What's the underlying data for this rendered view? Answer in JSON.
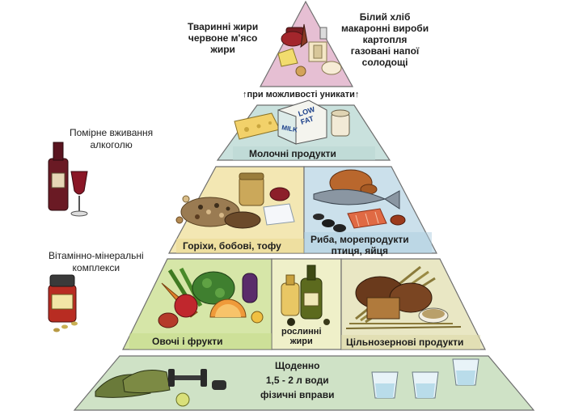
{
  "tiers": {
    "top": {
      "left_lines": [
        "Тваринні жири",
        "червоне м'ясо",
        "жири"
      ],
      "right_lines": [
        "Білий хліб",
        "макаронні вироби",
        "картопля",
        "газовані напої",
        "солодощі"
      ]
    },
    "avoid_note": "↑при можливості уникати↑",
    "dairy": {
      "label": "Молочні продукти",
      "carton_text": [
        "LOW",
        "FAT",
        "MILK"
      ]
    },
    "protein": {
      "left_label": "Горіхи, бобові, тофу",
      "right_lines": [
        "Риба, морепродукти",
        "птиця, яйця"
      ]
    },
    "plants": {
      "veg_label": "Овочі і фрукти",
      "oil_lines": [
        "рослинні",
        "жири"
      ],
      "grain_label": "Цільнозернові  продукти"
    },
    "base": {
      "lines": [
        "Щоденно",
        "1,5 - 2 л води",
        "фізичні вправи"
      ]
    }
  },
  "side_notes": {
    "alcohol_lines": [
      "Помірне вживання",
      "алкоголю"
    ],
    "vitamins_lines": [
      "Вітамінно-мінеральні",
      "комплекси"
    ]
  },
  "colors": {
    "top_tier": "#e6bfd3",
    "dairy_tier": "#c9e1dd",
    "protein_left": "#f3e7b3",
    "protein_right": "#cbe0eb",
    "plants_tier": "#d6e6a8",
    "oil_cell": "#eff0c9",
    "grain_cell": "#e9e7c4",
    "base_tier": "#cfe2c6",
    "outline": "#6f6f6f"
  }
}
